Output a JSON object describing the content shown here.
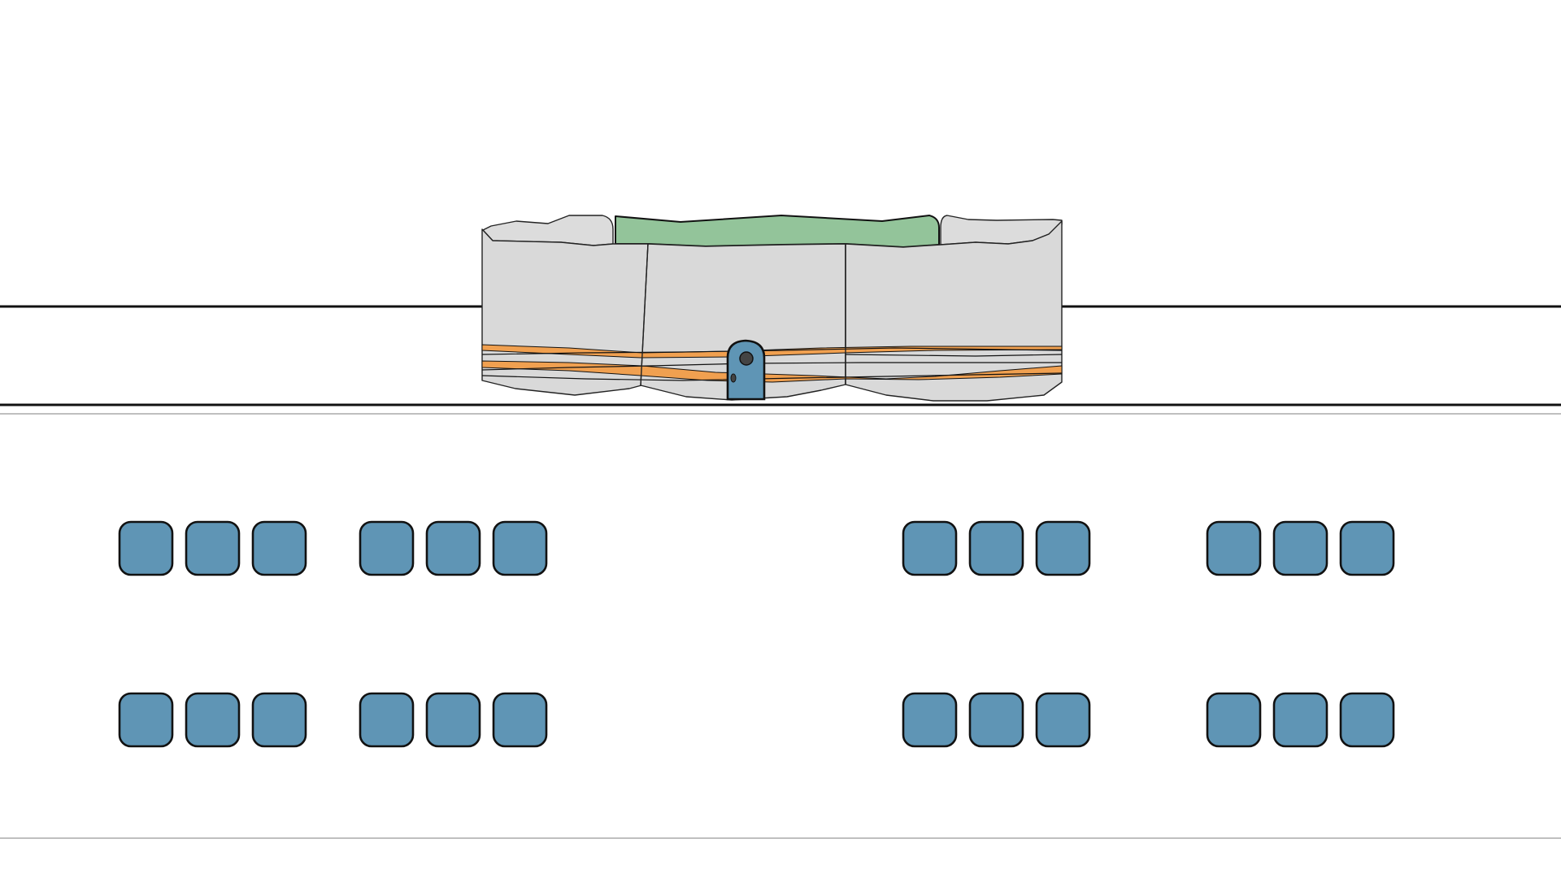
{
  "scene": {
    "type": "side-view game scene",
    "colors": {
      "background": "#ffffff",
      "rock": "#d9d9d9",
      "grass": "#93c49a",
      "stripes": "#f0a050",
      "door": "#5f95b5",
      "buttons": "#5f95b5",
      "outline": "#111111",
      "guide_line": "#999999"
    },
    "icons": {
      "structure": "rock-block-icon",
      "grass": "grass-top-icon",
      "door": "door-icon",
      "keypad": "rounded-square-button-icon"
    }
  },
  "keypad": {
    "rows": 2,
    "groups_per_row": 4,
    "buttons_per_group": 3,
    "button_count": 24
  }
}
